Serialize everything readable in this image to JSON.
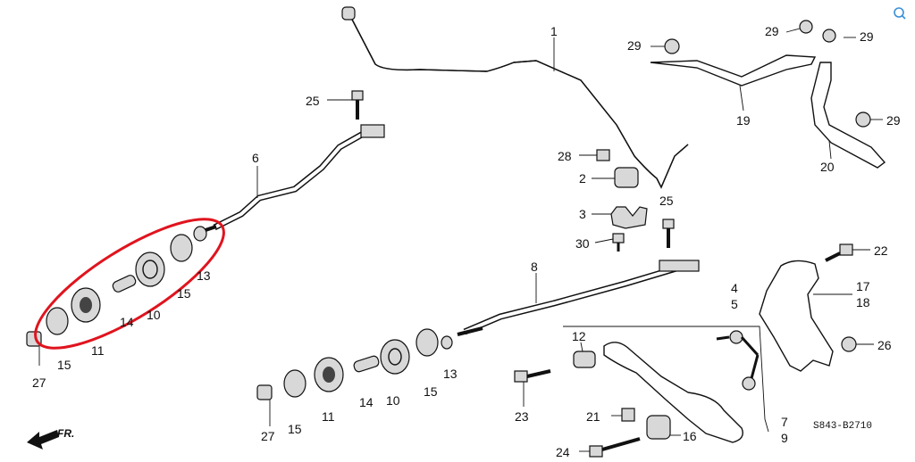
{
  "callouts": {
    "c1": "1",
    "c2": "2",
    "c3": "3",
    "c4": "4",
    "c5": "5",
    "c6": "6",
    "c7": "7",
    "c8": "8",
    "c9": "9",
    "c10a": "10",
    "c10b": "10",
    "c11a": "11",
    "c11b": "11",
    "c12": "12",
    "c13a": "13",
    "c13b": "13",
    "c14a": "14",
    "c14b": "14",
    "c15a": "15",
    "c15b": "15",
    "c15c": "15",
    "c15d": "15",
    "c16": "16",
    "c17": "17",
    "c18": "18",
    "c19": "19",
    "c20": "20",
    "c21": "21",
    "c22": "22",
    "c23": "23",
    "c24": "24",
    "c25a": "25",
    "c25b": "25",
    "c26": "26",
    "c27a": "27",
    "c27b": "27",
    "c28": "28",
    "c29a": "29",
    "c29b": "29",
    "c29c": "29",
    "c29d": "29",
    "c30": "30"
  },
  "diagram_code": "S843-B2710",
  "front_marker": "FR.",
  "highlight_color": "#e0141e",
  "icons": {
    "corner": "search-lens-icon"
  }
}
